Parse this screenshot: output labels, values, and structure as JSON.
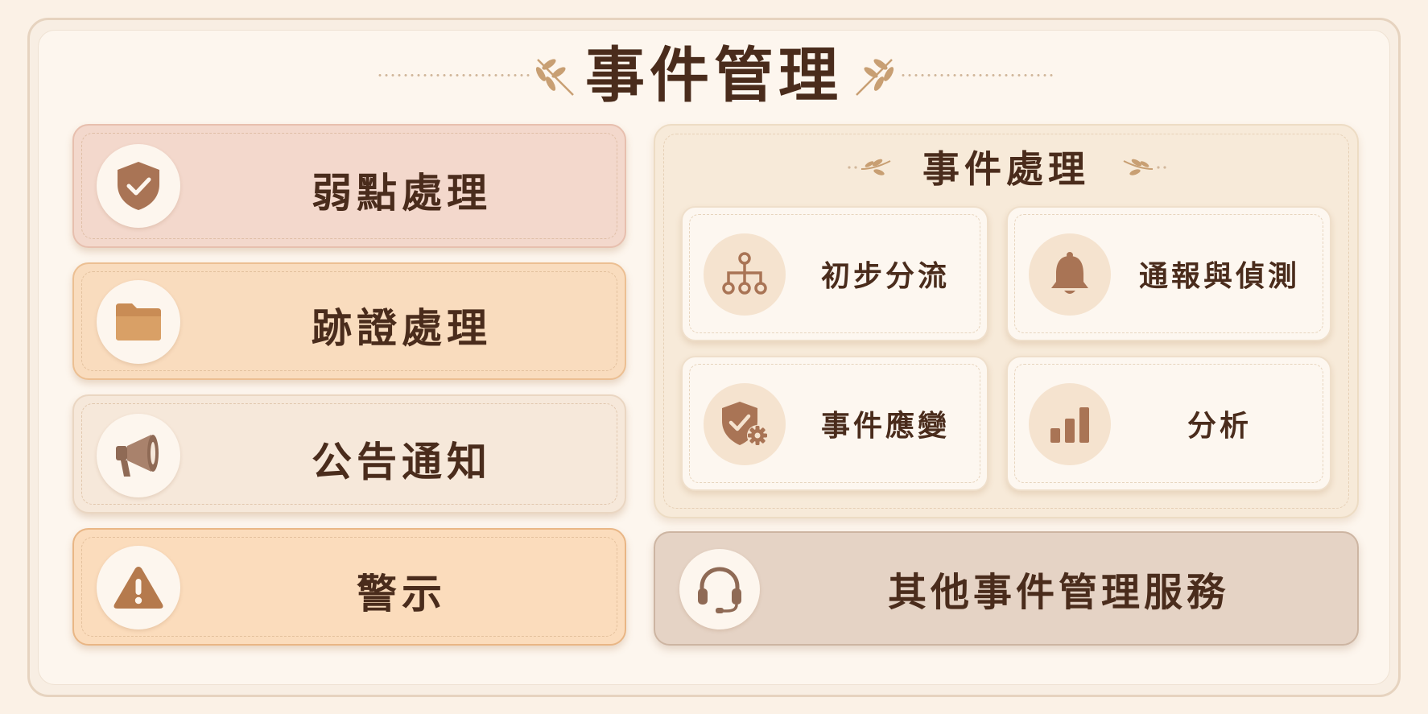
{
  "title": "事件管理",
  "left_items": [
    {
      "label": "弱點處理",
      "icon": "shield-check-icon",
      "bg": "#f3d8cc"
    },
    {
      "label": "跡證處理",
      "icon": "folder-icon",
      "bg": "#f9dcbe"
    },
    {
      "label": "公告通知",
      "icon": "megaphone-icon",
      "bg": "#f6e8da"
    },
    {
      "label": "警示",
      "icon": "warning-icon",
      "bg": "#fbdcbc"
    }
  ],
  "panel": {
    "title": "事件處理",
    "cards": [
      {
        "label": "初步分流",
        "icon": "hierarchy-icon"
      },
      {
        "label": "通報與偵測",
        "icon": "bell-icon"
      },
      {
        "label": "事件應變",
        "icon": "shield-gear-icon"
      },
      {
        "label": "分析",
        "icon": "bar-chart-icon"
      }
    ]
  },
  "other": {
    "label": "其他事件管理服務",
    "icon": "headset-icon"
  },
  "colors": {
    "text": "#4a2c1c",
    "icon": "#a97455"
  }
}
